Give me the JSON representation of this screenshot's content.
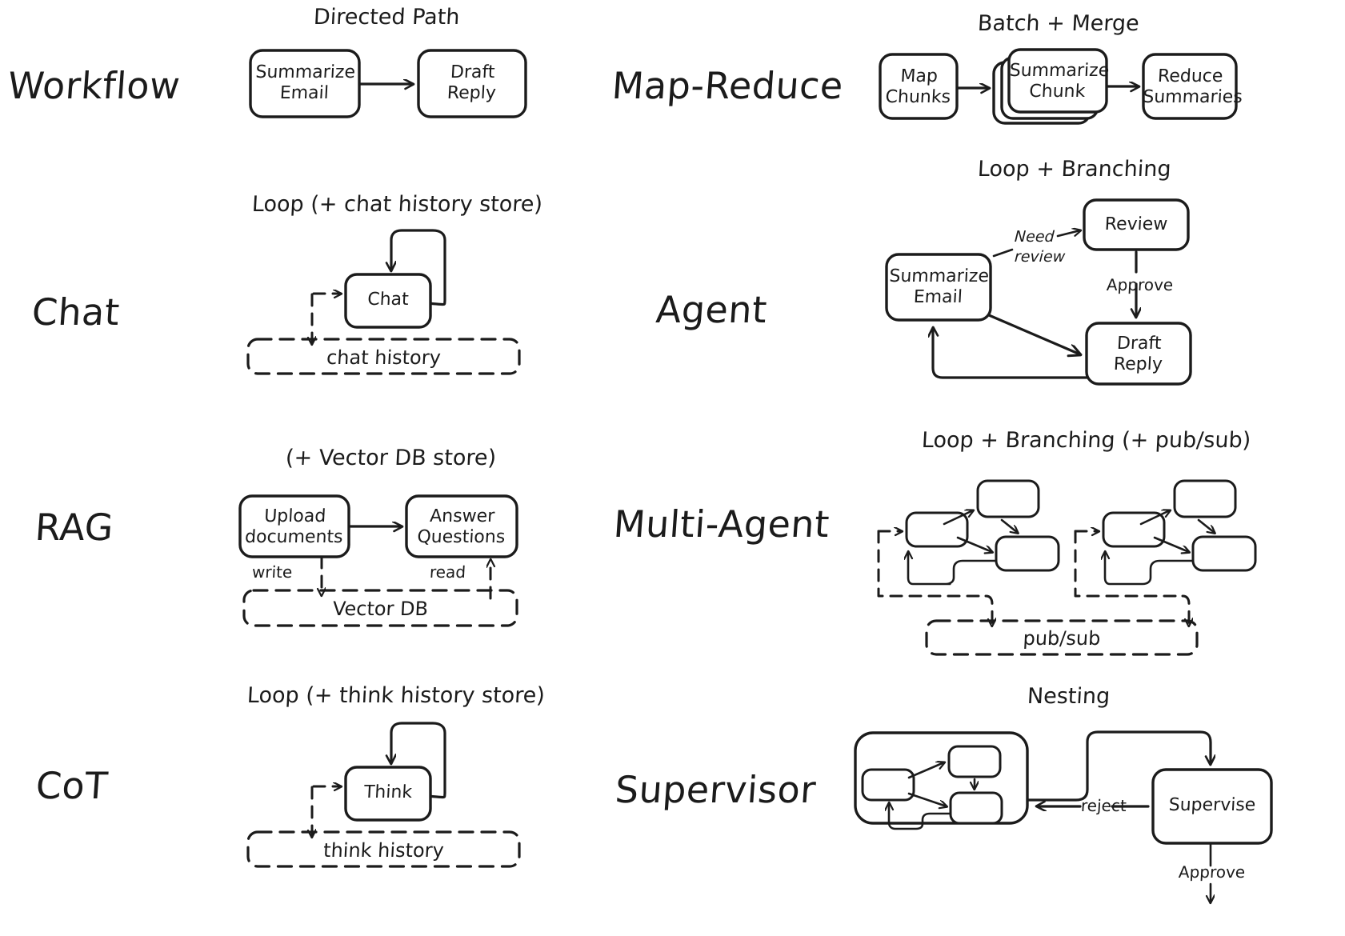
{
  "diagram": {
    "title_visible": false,
    "background": "#ffffff",
    "ink": "#1b1b1b",
    "style": "hand-drawn"
  },
  "rows": [
    {
      "label": "Workflow",
      "panel_title": "Directed Path",
      "nodes": [
        {
          "id": "summarize-email",
          "label": "Summarize\nEmail"
        },
        {
          "id": "draft-reply",
          "label": "Draft\nReply"
        }
      ],
      "edges": [
        {
          "from": "summarize-email",
          "to": "draft-reply",
          "label": ""
        }
      ],
      "stores": []
    },
    {
      "label": "Map-Reduce",
      "panel_title": "Batch + Merge",
      "nodes": [
        {
          "id": "map-chunks",
          "label": "Map\nChunks"
        },
        {
          "id": "summarize-chunk",
          "label": "Summarize\nChunk",
          "stacked": true
        },
        {
          "id": "reduce-summaries",
          "label": "Reduce\nSummaries"
        }
      ],
      "edges": [
        {
          "from": "map-chunks",
          "to": "summarize-chunk",
          "label": ""
        },
        {
          "from": "summarize-chunk",
          "to": "reduce-summaries",
          "label": ""
        }
      ],
      "stores": []
    },
    {
      "label": "Chat",
      "panel_title": "Loop (+ chat history store)",
      "nodes": [
        {
          "id": "chat",
          "label": "Chat",
          "self_loop": true
        }
      ],
      "edges": [],
      "stores": [
        {
          "id": "chat-history",
          "label": "chat history",
          "dashed": true
        }
      ]
    },
    {
      "label": "Agent",
      "panel_title": "Loop + Branching",
      "nodes": [
        {
          "id": "agent-summarize-email",
          "label": "Summarize\nEmail"
        },
        {
          "id": "review",
          "label": "Review"
        },
        {
          "id": "agent-draft-reply",
          "label": "Draft\nReply"
        }
      ],
      "edges": [
        {
          "from": "agent-summarize-email",
          "to": "review",
          "label": "Need\nreview"
        },
        {
          "from": "review",
          "to": "agent-draft-reply",
          "label": "Approve"
        },
        {
          "from": "agent-summarize-email",
          "to": "agent-draft-reply",
          "label": ""
        },
        {
          "from": "agent-draft-reply",
          "to": "agent-summarize-email",
          "label": ""
        }
      ],
      "stores": []
    },
    {
      "label": "RAG",
      "panel_title": "(+ Vector DB store)",
      "nodes": [
        {
          "id": "upload-documents",
          "label": "Upload\ndocuments"
        },
        {
          "id": "answer-questions",
          "label": "Answer\nQuestions"
        }
      ],
      "edges": [
        {
          "from": "upload-documents",
          "to": "answer-questions",
          "label": ""
        },
        {
          "from": "upload-documents",
          "to": "vector-db",
          "label": "write"
        },
        {
          "from": "vector-db",
          "to": "answer-questions",
          "label": "read"
        }
      ],
      "stores": [
        {
          "id": "vector-db",
          "label": "Vector DB",
          "dashed": true
        }
      ]
    },
    {
      "label": "Multi-Agent",
      "panel_title": "Loop + Branching (+ pub/sub)",
      "nodes": [
        {
          "id": "agent-cluster-1",
          "label": ""
        },
        {
          "id": "agent-cluster-2",
          "label": ""
        }
      ],
      "edges": [],
      "stores": [
        {
          "id": "pub-sub",
          "label": "pub/sub",
          "dashed": true
        }
      ]
    },
    {
      "label": "CoT",
      "panel_title": "Loop (+ think history store)",
      "nodes": [
        {
          "id": "think",
          "label": "Think",
          "self_loop": true
        }
      ],
      "edges": [],
      "stores": [
        {
          "id": "think-history",
          "label": "think history",
          "dashed": true
        }
      ]
    },
    {
      "label": "Supervisor",
      "panel_title": "Nesting",
      "nodes": [
        {
          "id": "nested-group",
          "label": ""
        },
        {
          "id": "supervise",
          "label": "Supervise"
        }
      ],
      "edges": [
        {
          "from": "nested-group",
          "to": "supervise",
          "label": ""
        },
        {
          "from": "supervise",
          "to": "nested-group",
          "label": "reject"
        },
        {
          "from": "supervise",
          "to": "out",
          "label": "Approve"
        }
      ],
      "stores": []
    }
  ],
  "labels": {
    "workflow": "Workflow",
    "map_reduce": "Map-Reduce",
    "chat": "Chat",
    "agent": "Agent",
    "rag": "RAG",
    "multi_agent": "Multi-Agent",
    "cot": "CoT",
    "supervisor": "Supervisor"
  },
  "titles": {
    "directed_path": "Directed Path",
    "batch_merge": "Batch + Merge",
    "loop_chat": "Loop (+ chat history store)",
    "loop_branching": "Loop + Branching",
    "vector_db_store": "(+ Vector DB store)",
    "loop_branching_pubsub": "Loop + Branching (+ pub/sub)",
    "loop_think": "Loop (+ think history store)",
    "nesting": "Nesting"
  },
  "nodes": {
    "summarize_email": "Summarize\nEmail",
    "draft_reply": "Draft\nReply",
    "map_chunks": "Map\nChunks",
    "summarize_chunk": "Summarize\nChunk",
    "reduce_summaries": "Reduce\nSummaries",
    "chat": "Chat",
    "review": "Review",
    "agent_summarize_email": "Summarize\nEmail",
    "agent_draft_reply": "Draft\nReply",
    "upload_documents": "Upload\ndocuments",
    "answer_questions": "Answer\nQuestions",
    "think": "Think",
    "supervise": "Supervise"
  },
  "stores": {
    "chat_history": "chat history",
    "vector_db": "Vector DB",
    "pub_sub": "pub/sub",
    "think_history": "think history"
  },
  "edge_labels": {
    "need_review_line1": "Need",
    "need_review_line2": "review",
    "approve": "Approve",
    "write": "write",
    "read": "read",
    "reject": "reject",
    "approve_supervisor": "Approve"
  }
}
